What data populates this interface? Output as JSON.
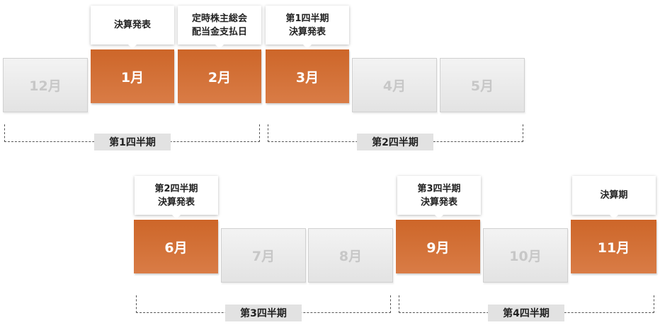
{
  "row1": {
    "months": [
      "12月",
      "1月",
      "2月",
      "3月",
      "4月",
      "5月"
    ],
    "callouts": [
      {
        "lines": [
          "決算発表"
        ]
      },
      {
        "lines": [
          "定時株主総会",
          "配当金支払日"
        ]
      },
      {
        "lines": [
          "第1四半期",
          "決算発表"
        ]
      }
    ],
    "quarters": [
      "第1四半期",
      "第2四半期"
    ]
  },
  "row2": {
    "months": [
      "6月",
      "7月",
      "8月",
      "9月",
      "10月",
      "11月"
    ],
    "callouts": [
      {
        "lines": [
          "第2四半期",
          "決算発表"
        ]
      },
      {
        "lines": [
          "第3四半期",
          "決算発表"
        ]
      },
      {
        "lines": [
          "決算期"
        ]
      }
    ],
    "quarters": [
      "第3四半期",
      "第4四半期"
    ]
  }
}
